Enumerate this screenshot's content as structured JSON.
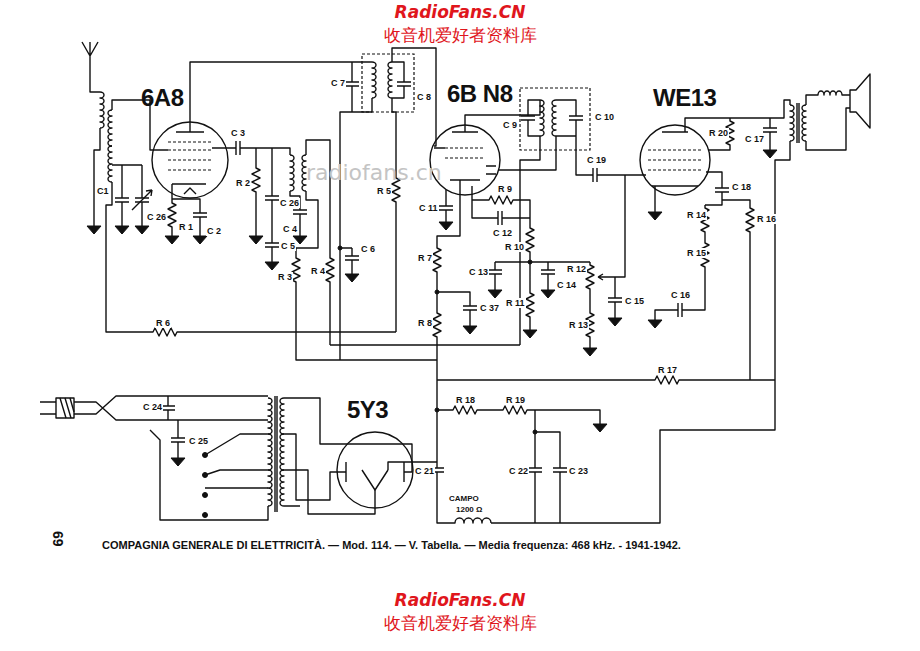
{
  "diagram": {
    "caption": "COMPAGNIA GENERALE DI ELETTRICITÀ. — Mod. 114. — V. Tabella. — Media frequenza: 468 kHz. - 1941-1942.",
    "labels": [
      "RadioFans.CN",
      "收音机爱好者资料库",
      "6A8",
      "C 7",
      "C 8",
      "6B N8",
      "WE13",
      "C1",
      "C 26",
      "C 3",
      "R 2",
      "C 26",
      "C 4",
      "R 1",
      "C 2",
      "C 5",
      "R 3",
      "R 4",
      "C 6",
      "R 5",
      "C 11",
      "C 9",
      "C 10",
      "R 9",
      "C 12",
      "R 10",
      "C 13",
      "C 14",
      "R 11",
      "C 19",
      "R 7",
      "R 8",
      "C 37",
      "R 12",
      "C 15",
      "R 13",
      "R 20",
      "C 17",
      "C 18",
      "R 14",
      "R 16",
      "R 15",
      "C 16",
      "R 6",
      "R 17",
      "5Y3",
      "C 24",
      "C 25",
      "R 18",
      "R 19",
      "C 21",
      "C 22",
      "C 23",
      "CAMPO",
      "1200 Ω",
      "69",
      "RadioFans.CN",
      "收音机爱好者资料库",
      "radiofans.cn"
    ]
  }
}
